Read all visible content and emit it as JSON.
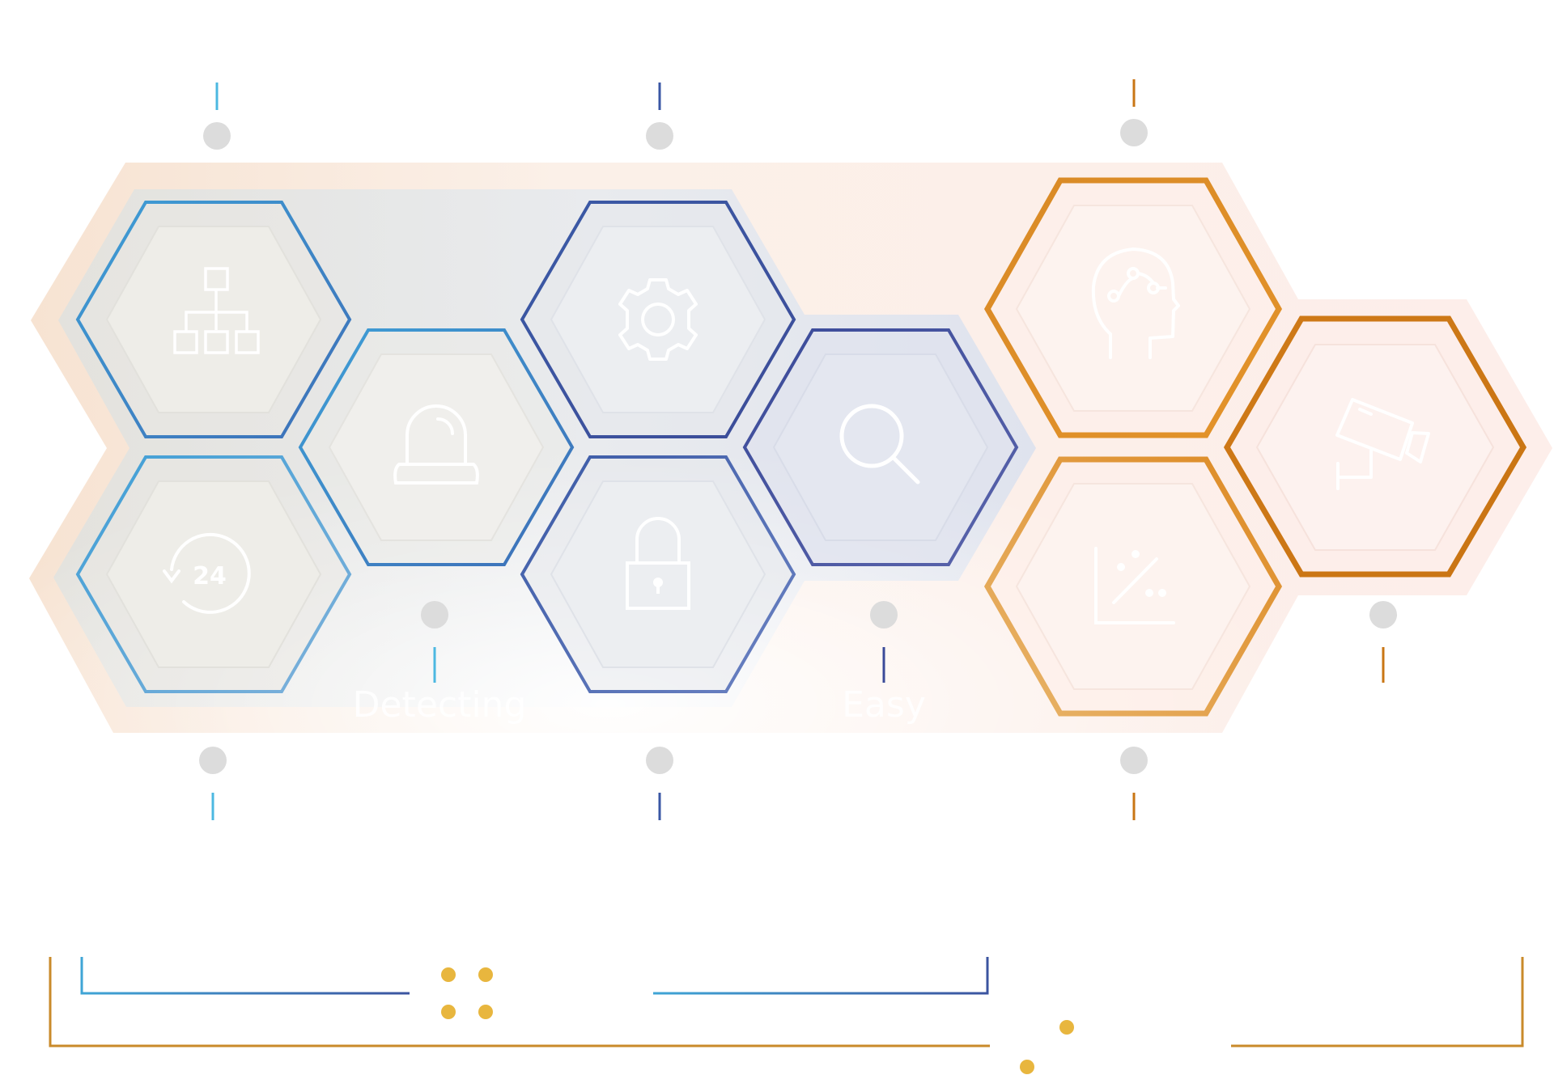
{
  "labels": {
    "detecting": "Detecting",
    "easy": "Easy"
  },
  "hexagons": [
    {
      "id": "hex-network",
      "icon": "network-hierarchy-icon",
      "group": "blue"
    },
    {
      "id": "hex-24h",
      "icon": "24-hour-cycle-icon",
      "group": "blue"
    },
    {
      "id": "hex-alarm",
      "icon": "alarm-siren-icon",
      "group": "blue"
    },
    {
      "id": "hex-settings",
      "icon": "gear-icon",
      "group": "navy"
    },
    {
      "id": "hex-lock",
      "icon": "padlock-icon",
      "group": "navy"
    },
    {
      "id": "hex-search",
      "icon": "magnifier-icon",
      "group": "navy"
    },
    {
      "id": "hex-ai",
      "icon": "ai-brain-head-icon",
      "group": "orange"
    },
    {
      "id": "hex-analytics",
      "icon": "scatter-chart-icon",
      "group": "orange"
    },
    {
      "id": "hex-camera",
      "icon": "security-camera-icon",
      "group": "orange"
    }
  ],
  "colors": {
    "blue": "#3a9ad2",
    "navy": "#3d519b",
    "orange": "#d88722",
    "dot": "#dcdcdc",
    "accent_dot": "#e8b63e"
  }
}
